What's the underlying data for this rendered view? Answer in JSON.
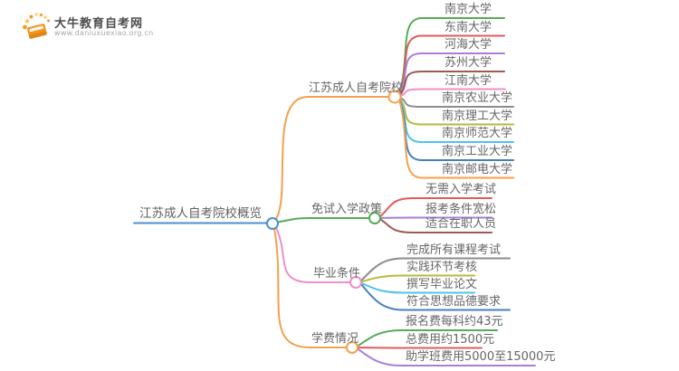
{
  "logo": {
    "title": "大牛教育自考网",
    "url": "www.daniuxuexiao.org.cn",
    "icon": "book-with-rays-icon",
    "accent_color": "#f0941f"
  },
  "root": {
    "label": "江苏成人自考院校概览",
    "color": "#4a90d2"
  },
  "branches": [
    {
      "id": "jiangsu-zikao-schools",
      "label": "江苏成人自考院校",
      "color": "#f5a04b",
      "children": [
        {
          "label": "南京大学",
          "color": "#57ab57"
        },
        {
          "label": "东南大学",
          "color": "#e05c5c"
        },
        {
          "label": "河海大学",
          "color": "#a97fd6"
        },
        {
          "label": "苏州大学",
          "color": "#9e5a52"
        },
        {
          "label": "江南大学",
          "color": "#ef8fc9"
        },
        {
          "label": "南京农业大学",
          "color": "#8c8c8c"
        },
        {
          "label": "南京理工大学",
          "color": "#b8ba3d"
        },
        {
          "label": "南京师范大学",
          "color": "#4fc3e8"
        },
        {
          "label": "南京工业大学",
          "color": "#4480bd"
        },
        {
          "label": "南京邮电大学",
          "color": "#f5a04b"
        }
      ]
    },
    {
      "id": "exam-free-admission-policy",
      "label": "免试入学政策",
      "color": "#57ab57",
      "children": [
        {
          "label": "无需入学考试",
          "color": "#e05c5c"
        },
        {
          "label": "报考条件宽松",
          "color": "#a97fd6"
        },
        {
          "label": "适合在职人员",
          "color": "#9e5a52"
        }
      ]
    },
    {
      "id": "graduation-requirements",
      "label": "毕业条件",
      "color": "#ef8fc9",
      "children": [
        {
          "label": "完成所有课程考试",
          "color": "#8c8c8c"
        },
        {
          "label": "实践环节考核",
          "color": "#b8ba3d"
        },
        {
          "label": "撰写毕业论文",
          "color": "#4fc3e8"
        },
        {
          "label": "符合思想品德要求",
          "color": "#4480bd"
        }
      ]
    },
    {
      "id": "tuition-fees",
      "label": "学费情况",
      "color": "#f5a04b",
      "children": [
        {
          "label": "报名费每科约43元",
          "color": "#57ab57"
        },
        {
          "label": "总费用约1500元",
          "color": "#e05c5c"
        },
        {
          "label": "助学班费用5000至15000元",
          "color": "#a97fd6"
        }
      ]
    }
  ]
}
